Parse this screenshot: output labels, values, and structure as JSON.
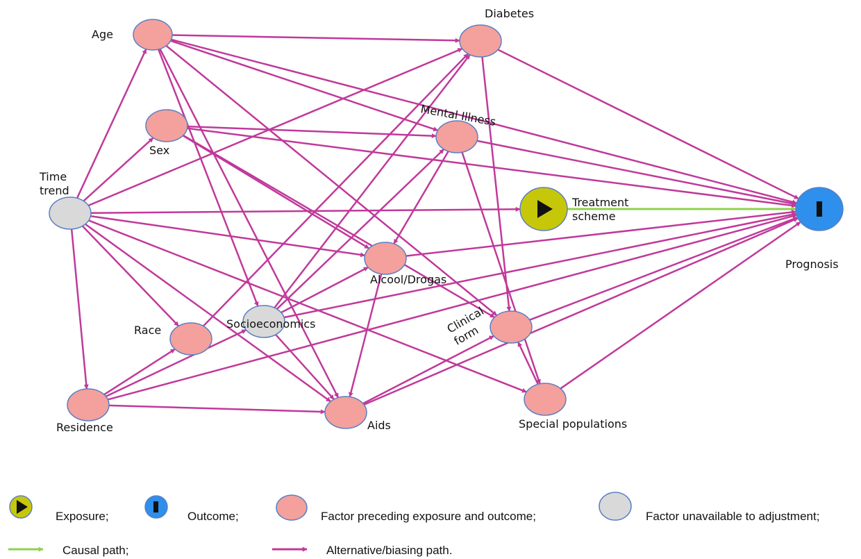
{
  "colors": {
    "factor_fill": "#f4a09c",
    "unavailable_fill": "#d9d9d9",
    "exposure_fill": "#c7c70a",
    "outcome_fill": "#2e8fec",
    "node_stroke": "#5b7fc4",
    "biasing_arrow": "#c0399a",
    "causal_arrow": "#8fd14f",
    "glyph": "#111111"
  },
  "nodes": [
    {
      "id": "age",
      "label": "Age",
      "kind": "factor"
    },
    {
      "id": "sex",
      "label": "Sex",
      "kind": "factor"
    },
    {
      "id": "time",
      "label": "Time\ntrend",
      "kind": "unavailable"
    },
    {
      "id": "diabetes",
      "label": "Diabetes",
      "kind": "factor"
    },
    {
      "id": "mental",
      "label": "Mental Illness",
      "kind": "factor"
    },
    {
      "id": "treatment",
      "label": "Treatment\nscheme",
      "kind": "exposure",
      "icon": "play-icon"
    },
    {
      "id": "prognosis",
      "label": "Prognosis",
      "kind": "outcome",
      "icon": "bar-icon"
    },
    {
      "id": "alcool",
      "label": "Alcool/Drogas",
      "kind": "factor"
    },
    {
      "id": "socio",
      "label": "Socioeconomics",
      "kind": "unavailable"
    },
    {
      "id": "race",
      "label": "Race",
      "kind": "factor"
    },
    {
      "id": "clinical",
      "label": "Clinical\nform",
      "kind": "factor"
    },
    {
      "id": "residence",
      "label": "Residence",
      "kind": "factor"
    },
    {
      "id": "aids",
      "label": "Aids",
      "kind": "factor"
    },
    {
      "id": "special",
      "label": "Special populations",
      "kind": "factor"
    }
  ],
  "edges": [
    {
      "from": "age",
      "to": "diabetes",
      "type": "biasing"
    },
    {
      "from": "age",
      "to": "mental",
      "type": "biasing"
    },
    {
      "from": "age",
      "to": "prognosis",
      "type": "biasing"
    },
    {
      "from": "age",
      "to": "socio",
      "type": "biasing"
    },
    {
      "from": "age",
      "to": "aids",
      "type": "biasing"
    },
    {
      "from": "age",
      "to": "clinical",
      "type": "biasing"
    },
    {
      "from": "sex",
      "to": "mental",
      "type": "biasing"
    },
    {
      "from": "sex",
      "to": "prognosis",
      "type": "biasing"
    },
    {
      "from": "sex",
      "to": "alcool",
      "type": "biasing"
    },
    {
      "from": "sex",
      "to": "clinical",
      "type": "biasing"
    },
    {
      "from": "time",
      "to": "age",
      "type": "biasing"
    },
    {
      "from": "time",
      "to": "sex",
      "type": "biasing"
    },
    {
      "from": "time",
      "to": "diabetes",
      "type": "biasing"
    },
    {
      "from": "time",
      "to": "treatment",
      "type": "biasing"
    },
    {
      "from": "time",
      "to": "alcool",
      "type": "biasing"
    },
    {
      "from": "time",
      "to": "race",
      "type": "biasing"
    },
    {
      "from": "time",
      "to": "residence",
      "type": "biasing"
    },
    {
      "from": "time",
      "to": "aids",
      "type": "biasing"
    },
    {
      "from": "time",
      "to": "special",
      "type": "biasing"
    },
    {
      "from": "diabetes",
      "to": "prognosis",
      "type": "biasing"
    },
    {
      "from": "diabetes",
      "to": "clinical",
      "type": "biasing"
    },
    {
      "from": "mental",
      "to": "prognosis",
      "type": "biasing"
    },
    {
      "from": "mental",
      "to": "alcool",
      "type": "biasing"
    },
    {
      "from": "mental",
      "to": "special",
      "type": "biasing"
    },
    {
      "from": "treatment",
      "to": "prognosis",
      "type": "causal"
    },
    {
      "from": "alcool",
      "to": "prognosis",
      "type": "biasing"
    },
    {
      "from": "alcool",
      "to": "aids",
      "type": "biasing"
    },
    {
      "from": "socio",
      "to": "diabetes",
      "type": "biasing"
    },
    {
      "from": "socio",
      "to": "mental",
      "type": "biasing"
    },
    {
      "from": "socio",
      "to": "alcool",
      "type": "biasing"
    },
    {
      "from": "socio",
      "to": "prognosis",
      "type": "biasing"
    },
    {
      "from": "socio",
      "to": "aids",
      "type": "biasing"
    },
    {
      "from": "race",
      "to": "diabetes",
      "type": "biasing"
    },
    {
      "from": "residence",
      "to": "race",
      "type": "biasing"
    },
    {
      "from": "residence",
      "to": "socio",
      "type": "biasing"
    },
    {
      "from": "residence",
      "to": "prognosis",
      "type": "biasing"
    },
    {
      "from": "residence",
      "to": "aids",
      "type": "biasing"
    },
    {
      "from": "aids",
      "to": "clinical",
      "type": "biasing"
    },
    {
      "from": "aids",
      "to": "prognosis",
      "type": "biasing"
    },
    {
      "from": "clinical",
      "to": "prognosis",
      "type": "biasing"
    },
    {
      "from": "special",
      "to": "prognosis",
      "type": "biasing"
    },
    {
      "from": "special",
      "to": "clinical",
      "type": "biasing"
    }
  ],
  "legend": {
    "exposure": "Exposure;",
    "outcome": "Outcome;",
    "factor": "Factor preceding  exposure and outcome;",
    "unavailable": "Factor unavailable  to adjustment;",
    "causal": "Causal path;",
    "biasing": "Alternative/biasing  path."
  }
}
